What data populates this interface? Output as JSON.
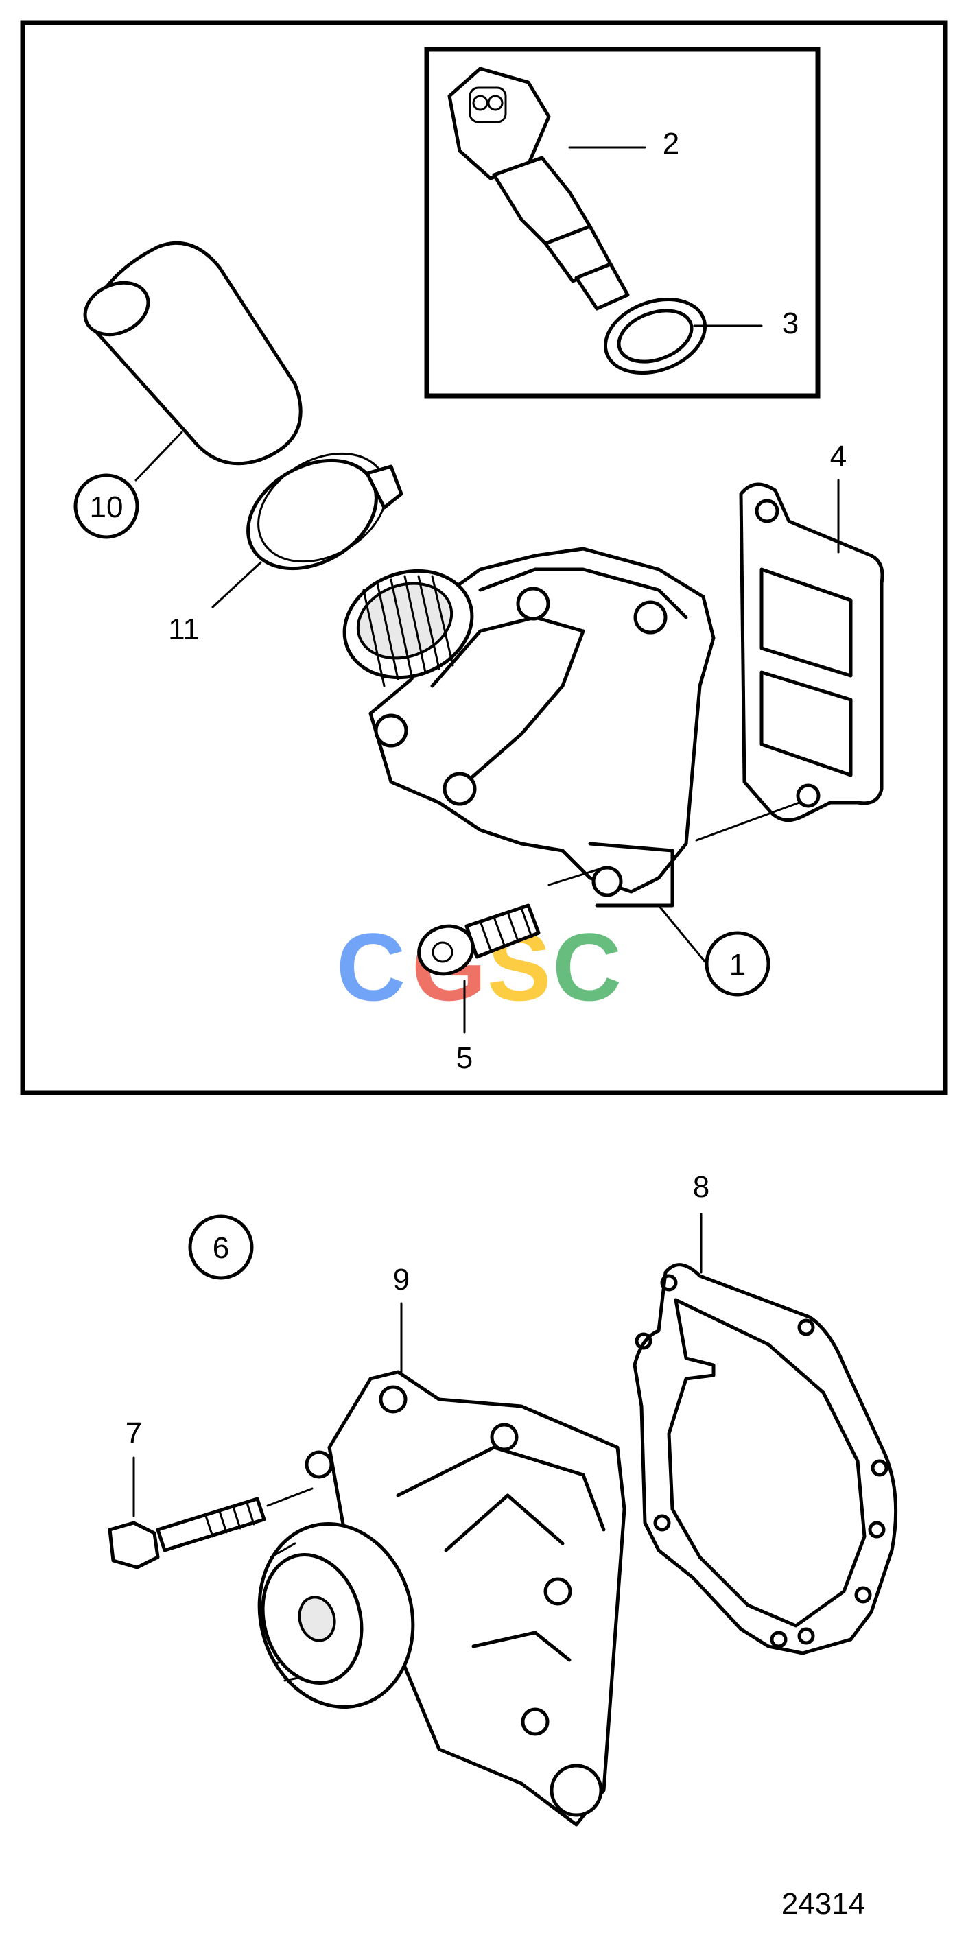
{
  "callouts": {
    "c1": "1",
    "c2": "2",
    "c3": "3",
    "c4": "4",
    "c5": "5",
    "c6": "6",
    "c7": "7",
    "c8": "8",
    "c9": "9",
    "c10": "10",
    "c11": "11"
  },
  "figure_number": "24314",
  "watermark": {
    "letters": [
      "C",
      "G",
      "S",
      "C"
    ],
    "colors": [
      "#4285F4",
      "#EA4335",
      "#FBBC05",
      "#34A853"
    ]
  },
  "icons": [
    "temperature-sensor-icon",
    "sealing-washer-icon",
    "hose-icon",
    "hose-clamp-icon",
    "thermostat-housing-icon",
    "gasket-icon",
    "bolt-icon",
    "water-pump-icon",
    "pump-gasket-icon",
    "flange-bolt-icon"
  ]
}
